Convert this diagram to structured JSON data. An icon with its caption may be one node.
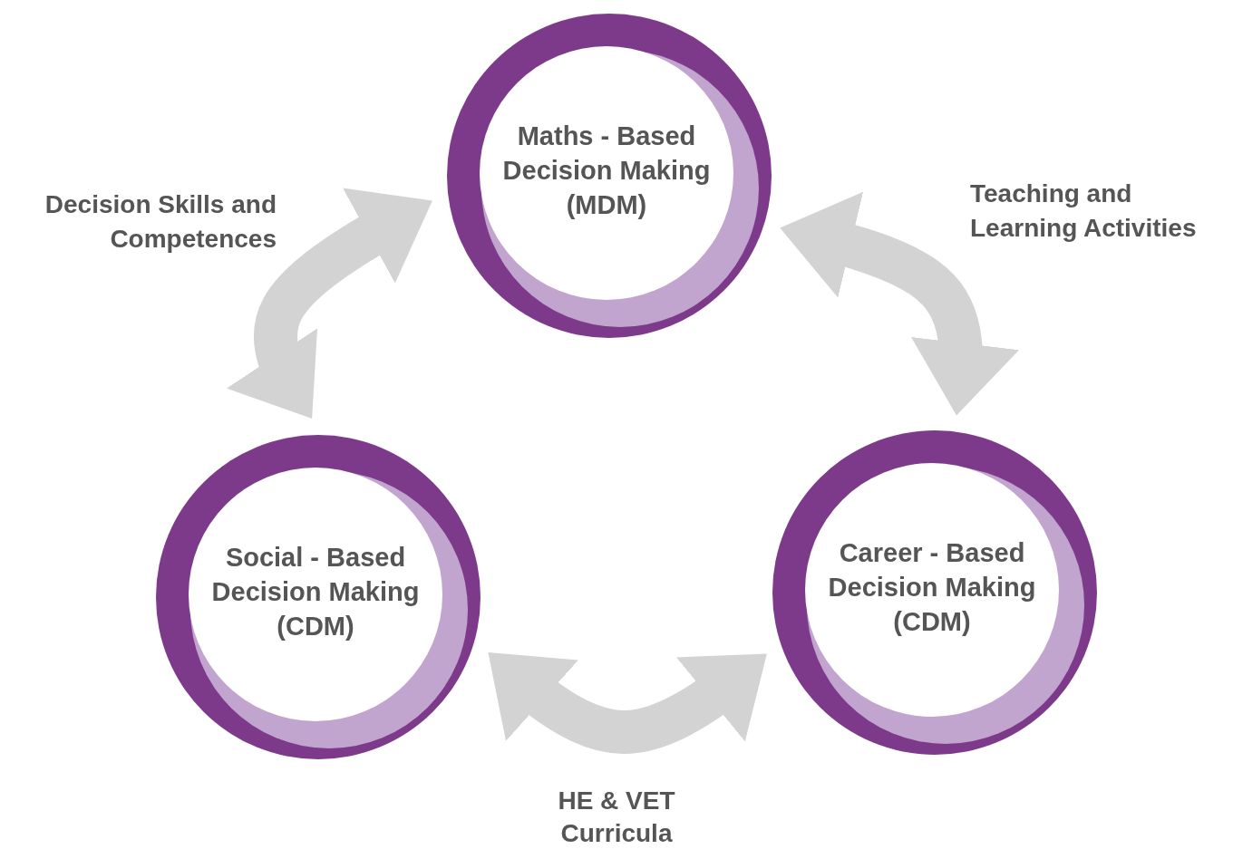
{
  "diagram": {
    "nodes": [
      {
        "text": [
          "Maths - Based Decision Making (MDM)"
        ]
      },
      {
        "text": [
          "Social - Based Decision Making (CDM)"
        ]
      },
      {
        "text": [
          "Career - Based Decision Making (CDM)"
        ]
      }
    ],
    "edges": [
      {
        "from": 0,
        "to": 1,
        "arrow": "both",
        "label": "Decision Skills and Competences"
      },
      {
        "from": 0,
        "to": 2,
        "arrow": "both",
        "label": "Teaching and Learning Activities"
      },
      {
        "from": 1,
        "to": 2,
        "arrow": "both",
        "label": "HE & VET Curricula"
      }
    ]
  }
}
